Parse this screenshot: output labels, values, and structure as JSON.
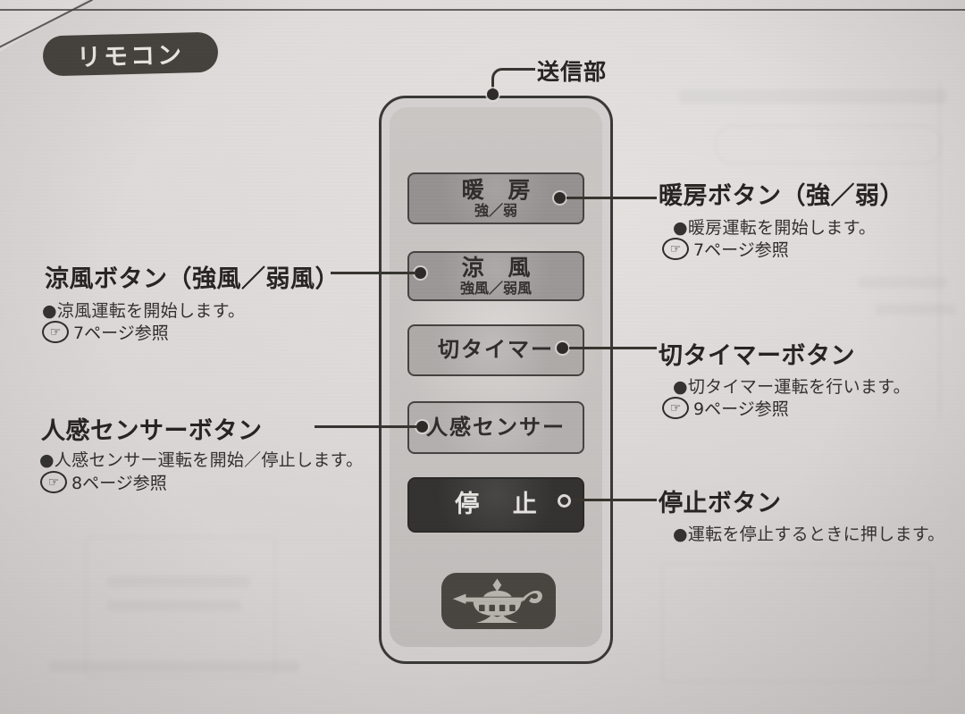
{
  "page": {
    "section_badge": "リモコン"
  },
  "colors": {
    "paper_bg": "#d9d6d5",
    "ink": "#2b2927",
    "badge_bg": "#45423d",
    "button_gray": "#9b9796",
    "stop_button_bg": "#343230",
    "logo_badge_bg": "#48443f"
  },
  "icons": {
    "page_ref_glyph": "☞",
    "page_ref_name": "hand-pointing-icon",
    "logo_name": "genie-lamp-icon"
  },
  "remote": {
    "transmitter_label": "送信部",
    "buttons": {
      "heat": {
        "main": "暖 房",
        "sub": "強／弱"
      },
      "cool": {
        "main": "涼 風",
        "sub": "強風／弱風"
      },
      "timer": {
        "main": "切タイマー"
      },
      "sensor": {
        "main": "人感センサー"
      },
      "stop": {
        "main": "停 止"
      }
    }
  },
  "callouts": {
    "heat": {
      "title": "暖房ボタン（強／弱）",
      "desc": "●暖房運転を開始します。",
      "ref": "7ページ参照"
    },
    "cool": {
      "title": "涼風ボタン（強風／弱風）",
      "desc": "●涼風運転を開始します。",
      "ref": "7ページ参照"
    },
    "timer": {
      "title": "切タイマーボタン",
      "desc": "●切タイマー運転を行います。",
      "ref": "9ページ参照"
    },
    "sensor": {
      "title": "人感センサーボタン",
      "desc": "●人感センサー運転を開始／停止します。",
      "ref": "8ページ参照"
    },
    "stop": {
      "title": "停止ボタン",
      "desc": "●運転を停止するときに押します。"
    }
  }
}
